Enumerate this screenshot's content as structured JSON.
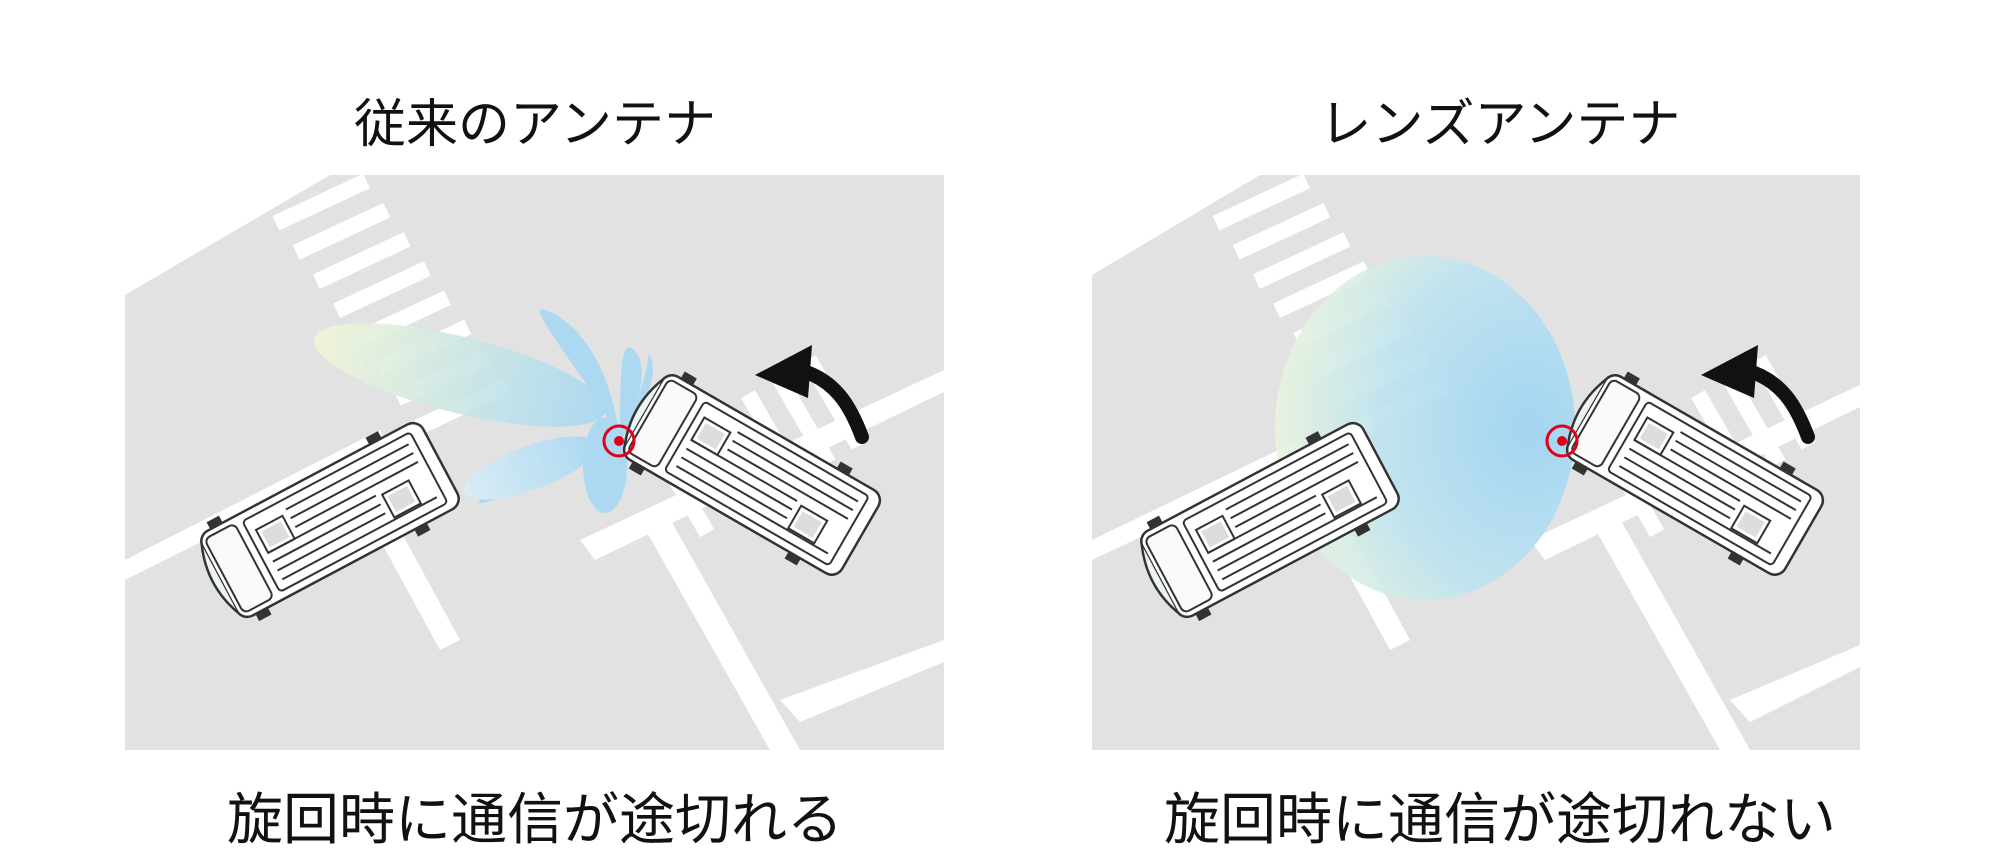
{
  "left_panel": {
    "title": "従来のアンテナ",
    "caption": "旋回時に通信が途切れる"
  },
  "right_panel": {
    "title": "レンズアンテナ",
    "caption": "旋回時に通信が途切れない"
  },
  "colors": {
    "road": "#e2e2e2",
    "marking": "#ffffff",
    "beam_blue": "#a9d8f3",
    "beam_green": "#eef5d6",
    "antenna_marker": "#e0001a",
    "arrow": "#111111",
    "vehicle_outline": "#333333"
  },
  "icons": [
    "curved-arrow-icon",
    "antenna-marker-icon",
    "vehicle-icon"
  ]
}
